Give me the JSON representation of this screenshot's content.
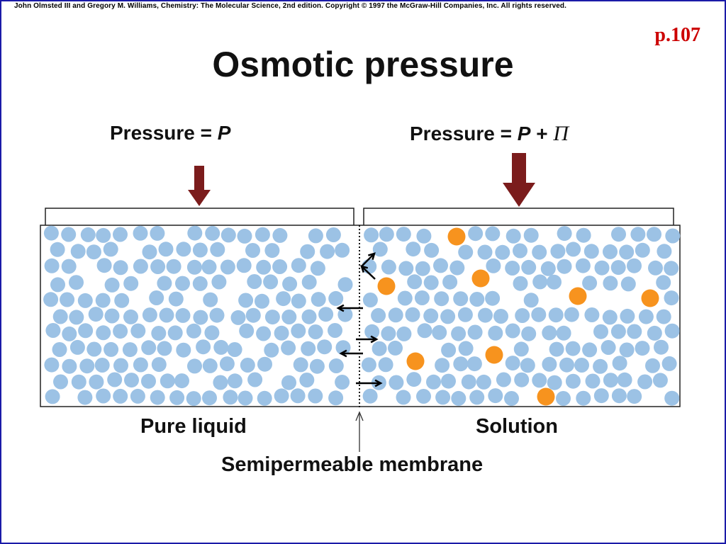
{
  "header": {
    "copyright": "John Olmsted III and Gregory M. Williams, Chemistry: The Molecular Science, 2nd edition. Copyright © 1997 the McGraw-Hill Companies, Inc. All rights reserved.",
    "page_ref": "p.107"
  },
  "title": "Osmotic pressure",
  "left_pressure": {
    "prefix": "Pressure = ",
    "var": "P"
  },
  "right_pressure": {
    "prefix": "Pressure = ",
    "var": "P",
    "plus": " + ",
    "symbol": "Π"
  },
  "labels": {
    "pure_liquid": "Pure liquid",
    "solution": "Solution",
    "membrane": "Semipermeable membrane"
  },
  "colors": {
    "solvent": "#9cc2e5",
    "solute": "#f7931e",
    "arrow": "#7b1c1c",
    "frame": "#1a1aa8",
    "page_ref": "#cc0000"
  }
}
